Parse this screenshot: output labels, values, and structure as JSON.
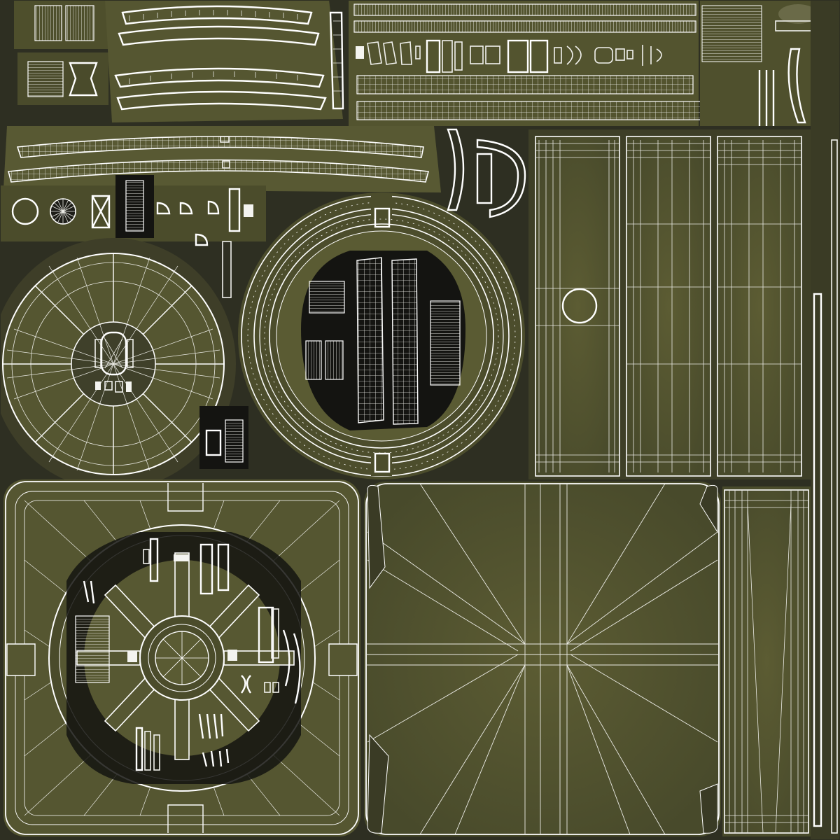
{
  "colors": {
    "background": "#2e2f22",
    "uv_fill": "#5a5a32",
    "uv_fill_dark": "#3e3f26",
    "wireframe": "#f2f2ee",
    "hole": "#151512"
  },
  "icons": {
    "uv_island": "uv-island-icon"
  },
  "texture_regions": [
    {
      "name": "top-arc-strips"
    },
    {
      "name": "top-stripe-strips"
    },
    {
      "name": "tall-panels-right"
    },
    {
      "name": "left-radial-disc"
    },
    {
      "name": "center-ring-disc"
    },
    {
      "name": "bottom-left-square-panel"
    },
    {
      "name": "bottom-center-square-panel"
    },
    {
      "name": "bottom-right-panel"
    },
    {
      "name": "right-edge-strips"
    }
  ]
}
